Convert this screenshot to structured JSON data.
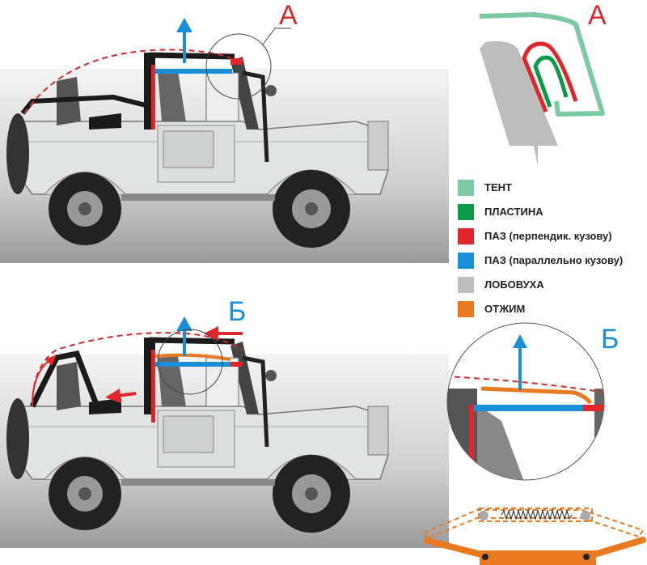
{
  "labels": {
    "detail_a": "А",
    "detail_b": "Б"
  },
  "colors": {
    "tent": "#7ccaa4",
    "plate": "#0a9a48",
    "groove_perp": "#e0262a",
    "groove_par": "#1a8fd8",
    "windshield": "#bdbdbd",
    "clamp": "#ea7a22"
  },
  "legend": [
    {
      "label": "ТЕНТ",
      "color": "#7ccaa4"
    },
    {
      "label": "ПЛАСТИНА",
      "color": "#0a9a48"
    },
    {
      "label": "ПАЗ (перпендик. кузову)",
      "color": "#e0262a"
    },
    {
      "label": "ПАЗ (параллельно кузову)",
      "color": "#1a8fd8"
    },
    {
      "label": "ЛОБОВУХА",
      "color": "#bdbdbd"
    },
    {
      "label": "ОТЖИМ",
      "color": "#ea7a22"
    }
  ]
}
